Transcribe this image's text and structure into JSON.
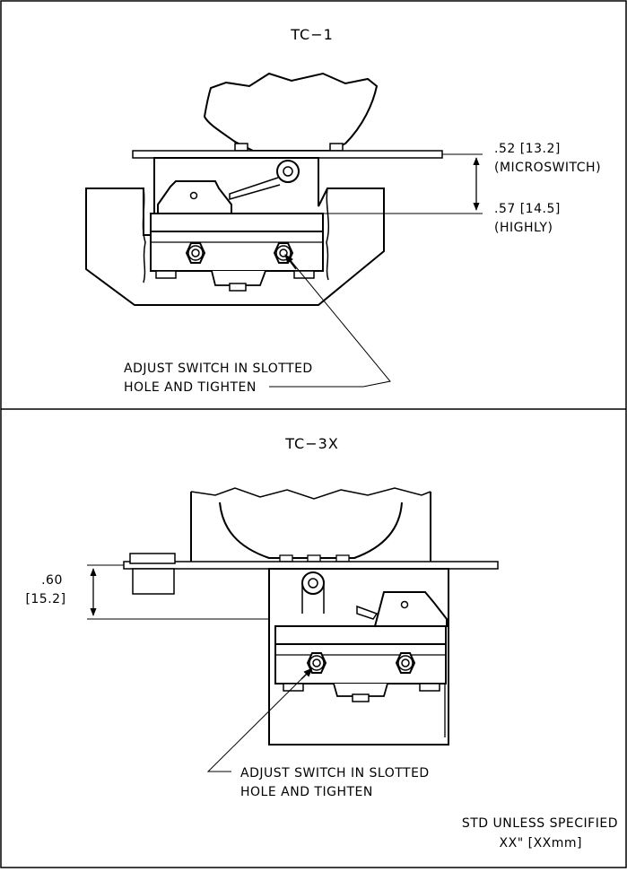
{
  "panel_top": {
    "title": "TC−1",
    "dim_microswitch_value": ".52 [13.2]",
    "dim_microswitch_label": "(MICROSWITCH)",
    "dim_highly_value": ".57 [14.5]",
    "dim_highly_label": "(HIGHLY)",
    "note_line1": "ADJUST SWITCH IN SLOTTED",
    "note_line2": "HOLE AND TIGHTEN"
  },
  "panel_bottom": {
    "title": "TC−3X",
    "dim_value": ".60",
    "dim_metric": "[15.2]",
    "note_line1": "ADJUST SWITCH IN SLOTTED",
    "note_line2": "HOLE AND TIGHTEN"
  },
  "footer": {
    "line1": "STD UNLESS SPECIFIED",
    "line2": "XX\" [XXmm]"
  }
}
